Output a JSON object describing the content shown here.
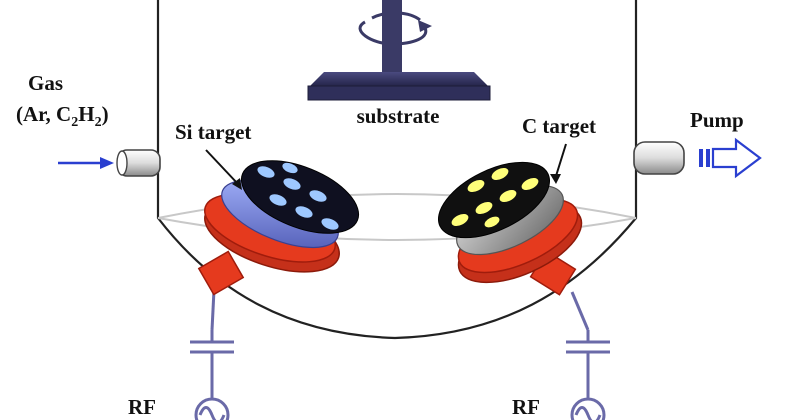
{
  "labels": {
    "gas": "Gas",
    "gas_formula": {
      "open": "(Ar, C",
      "sub1": "2",
      "mid": "H",
      "sub2": "2",
      "close": ")"
    },
    "substrate": "substrate",
    "si_target": "Si target",
    "c_target": "C target",
    "pump": "Pump",
    "rf_left": "RF",
    "rf_right": "RF"
  },
  "colors": {
    "chamber_line": "#222222",
    "substrate_holder": "#3a3a66",
    "arrow_blue": "#2a3fd0",
    "wire": "#6a6aa8",
    "mount_red": "#e53a1e",
    "mount_dark": "#a01c0c",
    "si_target_face": "#0f1020",
    "si_target_spots": "#9ec8ff",
    "si_target_rim": "#6f7fd8",
    "c_target_face": "#101010",
    "c_target_spots": "#ffff7a",
    "c_target_rim": "#8c8c8c"
  }
}
